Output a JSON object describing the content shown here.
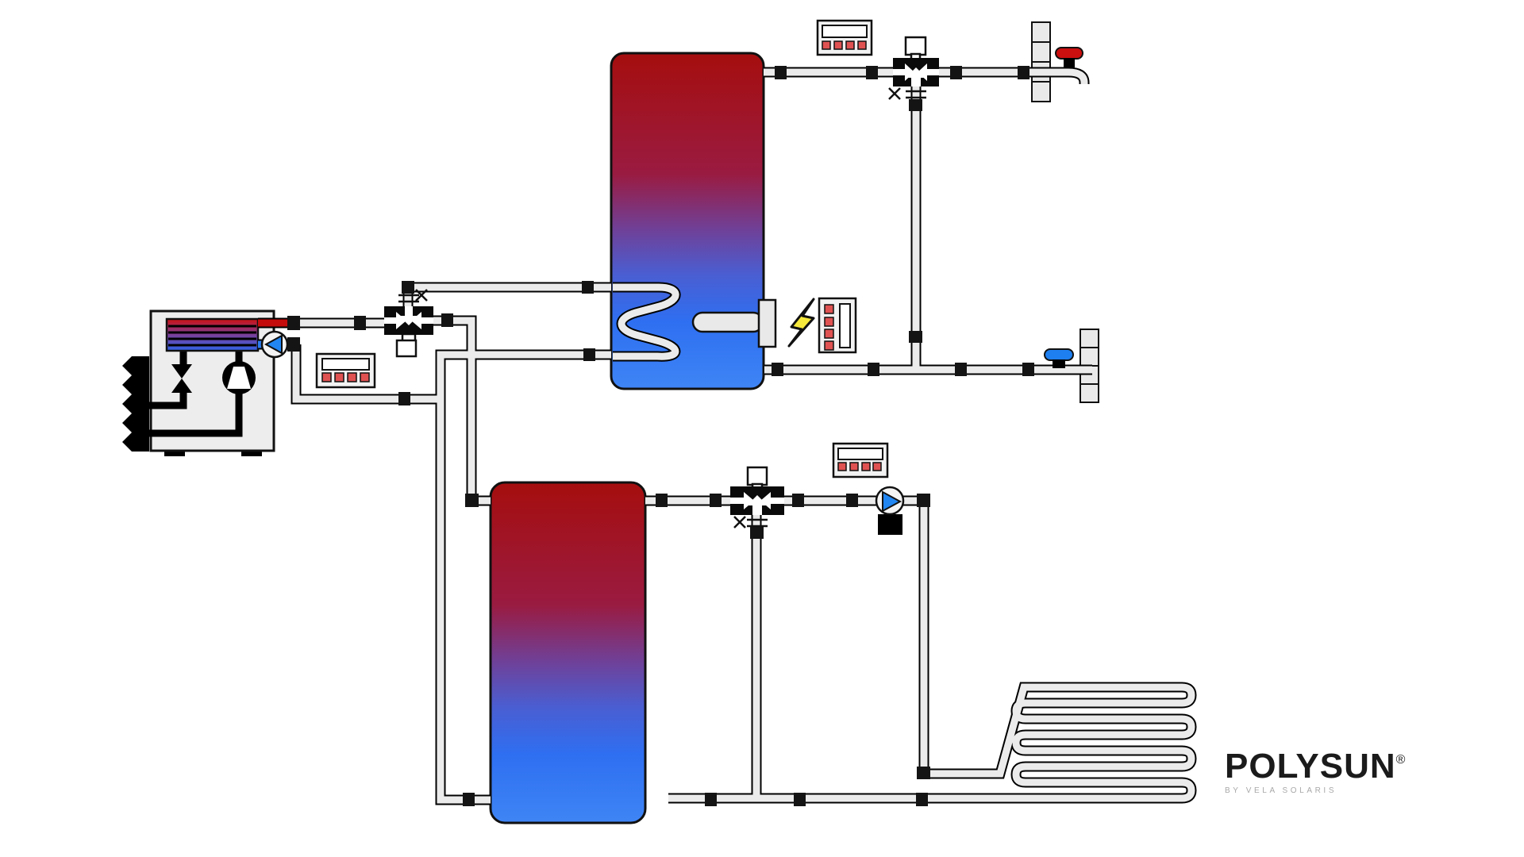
{
  "logo": {
    "title": "POLYSUN",
    "registered": "®",
    "subtitle": "BY VELA SOLARIS"
  },
  "colors": {
    "pipe_fill": "#ebebeb",
    "supply_red": "#c40c0c",
    "return_blue": "#2b7df0",
    "pump_blue": "#2186f2",
    "controller_button": "#e05252",
    "lightning_yellow": "#f6e93c",
    "tank_hot_top": "#a50e0e",
    "tank_cold_bottom": "#3f85f5",
    "component_gray": "#ededed"
  },
  "diagram": {
    "components": [
      {
        "id": "heat-pump",
        "label": "Air/water heat pump",
        "icons": [
          "evaporator-fins-icon",
          "condenser-coil-icon",
          "expansion-valve-icon",
          "compressor-icon",
          "pump-icon"
        ]
      },
      {
        "id": "heat-pump-controller",
        "label": "Controller (4 buttons, display)"
      },
      {
        "id": "heat-pump-diverting-valve",
        "label": "3-way valve with actuator"
      },
      {
        "id": "dhw-tank",
        "label": "Hot water storage tank with internal coil heat exchanger"
      },
      {
        "id": "electric-heating-element",
        "label": "Electric heating element with flange",
        "icons": [
          "lightning-icon"
        ]
      },
      {
        "id": "heating-element-controller",
        "label": "Controller (vertical, 4 buttons, display)"
      },
      {
        "id": "dhw-mixing-valve",
        "label": "3-way mixing valve with actuator"
      },
      {
        "id": "dhw-controller",
        "label": "Controller (4 buttons, display)"
      },
      {
        "id": "hot-water-tap",
        "label": "Domestic hot water tap (red handle) on wall"
      },
      {
        "id": "cold-water-inlet",
        "label": "Cold water inlet valve (blue handle) on wall"
      },
      {
        "id": "buffer-tank",
        "label": "Buffer storage tank"
      },
      {
        "id": "heating-mixing-valve",
        "label": "3-way mixing valve with actuator"
      },
      {
        "id": "heating-controller",
        "label": "Controller (4 buttons, display)"
      },
      {
        "id": "heating-pump",
        "label": "Circulation pump"
      },
      {
        "id": "floor-heating",
        "label": "Underfloor heating serpentine loop"
      }
    ]
  }
}
